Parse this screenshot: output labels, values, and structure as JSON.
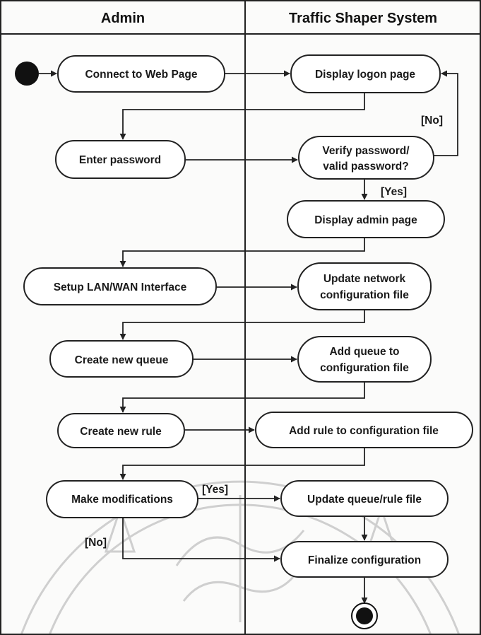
{
  "lanes": {
    "admin": "Admin",
    "system": "Traffic Shaper System"
  },
  "nodes": {
    "connect": [
      "Connect to Web Page"
    ],
    "display_logon": [
      "Display logon page"
    ],
    "enter_password": [
      "Enter password"
    ],
    "verify_password": [
      "Verify password/",
      "valid password?"
    ],
    "display_admin": [
      "Display admin page"
    ],
    "setup_interface": [
      "Setup LAN/WAN Interface"
    ],
    "update_network": [
      "Update network",
      "configuration file"
    ],
    "create_queue": [
      "Create new queue"
    ],
    "add_queue": [
      "Add queue to",
      "configuration file"
    ],
    "create_rule": [
      "Create new rule"
    ],
    "add_rule": [
      "Add rule to configuration file"
    ],
    "make_modifications": [
      "Make modifications"
    ],
    "update_queue_rule": [
      "Update queue/rule file"
    ],
    "finalize": [
      "Finalize configuration"
    ]
  },
  "guards": {
    "verify_no": "[No]",
    "verify_yes": "[Yes]",
    "modify_yes": "[Yes]",
    "modify_no": "[No]"
  },
  "colors": {
    "line": "#222222",
    "node_fill": "#ffffff",
    "watermark": "#cfcfcf"
  }
}
